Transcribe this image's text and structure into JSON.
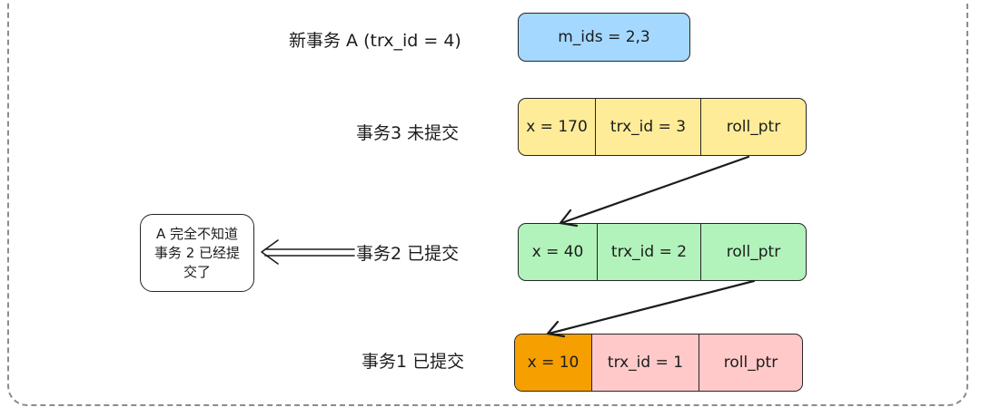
{
  "labels": {
    "new_trx": "新事务 A (trx_id = 4)",
    "trx3": "事务3 未提交",
    "trx2": "事务2 已提交",
    "trx1": "事务1 已提交"
  },
  "m_ids_box": {
    "text": "m_ids = 2,3",
    "color": "#a5d8ff"
  },
  "versions": [
    {
      "x": "x = 170",
      "trx_id": "trx_id = 3",
      "roll_ptr": "roll_ptr",
      "color": "#ffec99"
    },
    {
      "x": "x = 40",
      "trx_id": "trx_id = 2",
      "roll_ptr": "roll_ptr",
      "color": "#b2f2bb"
    },
    {
      "x": "x = 10",
      "trx_id": "trx_id = 1",
      "roll_ptr": "roll_ptr",
      "color": "#ffc9c9",
      "x_cell_color": "#f59f00"
    }
  ],
  "note": {
    "line1": "A 完全不知道",
    "line2": "事务 2 已经提",
    "line3": "交了"
  }
}
